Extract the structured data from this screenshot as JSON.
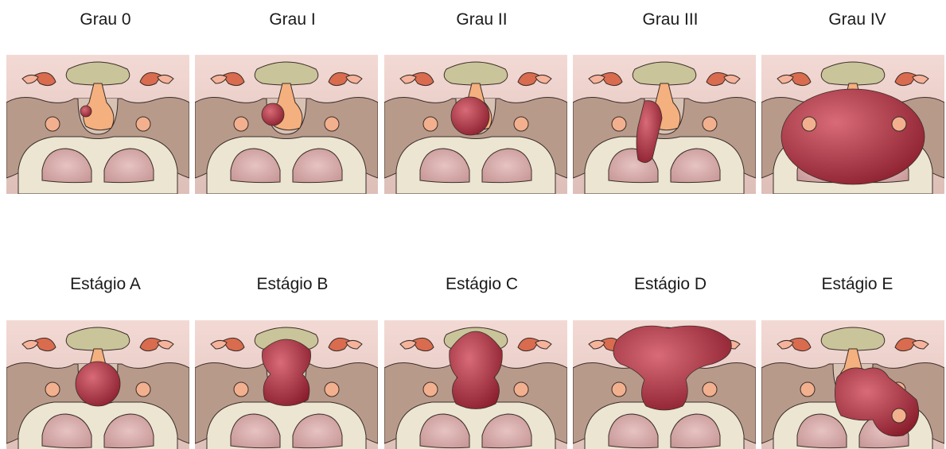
{
  "grades": {
    "title": "",
    "items": [
      {
        "label": "Grau 0",
        "tumor": "small-inside"
      },
      {
        "label": "Grau I",
        "tumor": "medium-inside"
      },
      {
        "label": "Grau II",
        "tumor": "fills-sella"
      },
      {
        "label": "Grau III",
        "tumor": "erodes-floor"
      },
      {
        "label": "Grau IV",
        "tumor": "diffuse-large"
      }
    ]
  },
  "stages": {
    "items": [
      {
        "label": "Estágio A",
        "tumor": "sella-round"
      },
      {
        "label": "Estágio B",
        "tumor": "suprasellar-small"
      },
      {
        "label": "Estágio C",
        "tumor": "suprasellar-large"
      },
      {
        "label": "Estágio D",
        "tumor": "intracranial"
      },
      {
        "label": "Estágio E",
        "tumor": "cavernous-lateral"
      }
    ]
  },
  "colors": {
    "bg_top": "#f3d9d4",
    "bg_bottom": "#ddbfb8",
    "bone": "#b89a8b",
    "bone_light": "#ebe5d2",
    "outline": "#3b2d28",
    "gland": "#f4b07e",
    "chiasm": "#c9c49a",
    "carotid": "#d96b4e",
    "tumor_light": "#d86b77",
    "tumor_dark": "#8a1d2c"
  }
}
